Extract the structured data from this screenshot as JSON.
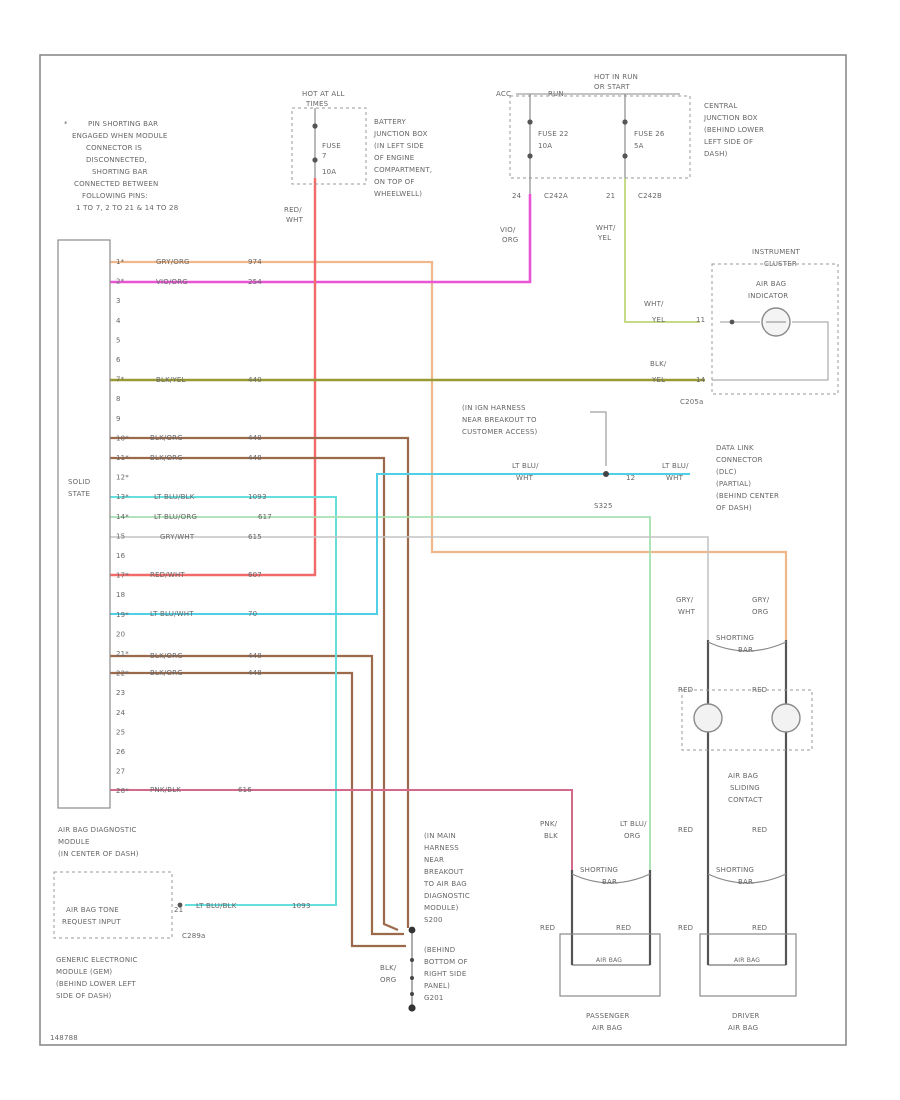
{
  "module": {
    "label_lines": [
      "SOLID",
      "STATE"
    ],
    "caption_lines": [
      "AIR BAG DIAGNOSTIC",
      "MODULE",
      "(IN CENTER OF DASH)"
    ],
    "pin_labels": [
      "1*",
      "2*",
      "3",
      "4",
      "5",
      "6",
      "7*",
      "8",
      "9",
      "10*",
      "11*",
      "12*",
      "13*",
      "14*",
      "15",
      "16",
      "17*",
      "18",
      "19*",
      "20",
      "21*",
      "22*",
      "23",
      "24",
      "25",
      "26",
      "27",
      "28*"
    ]
  },
  "note": {
    "marker": "*",
    "lines": [
      "PIN SHORTING BAR",
      "ENGAGED WHEN MODULE",
      "CONNECTOR IS",
      "DISCONNECTED,",
      "SHORTING BAR",
      "CONNECTED BETWEEN",
      "FOLLOWING PINS:",
      "1 TO 7, 2 TO 21 & 14 TO 28"
    ]
  },
  "top": {
    "hot_at_all_times": [
      "HOT AT ALL",
      "TIMES"
    ],
    "hot_run_breaker": [
      "HOT IN RUN",
      "OR START"
    ],
    "acc_run_label": "ACC",
    "run_label": "RUN",
    "fuse_a": [
      "FUSE",
      "7",
      "10A"
    ],
    "fuse_22": [
      "FUSE 22",
      "10A"
    ],
    "fuse_26": [
      "FUSE 26",
      "5A"
    ],
    "battery_junction_box": [
      "BATTERY",
      "JUNCTION BOX",
      "(IN LEFT SIDE",
      "OF ENGINE",
      "COMPARTMENT,",
      "ON TOP OF",
      "WHEELWELL)"
    ],
    "central_junction_box": [
      "CENTRAL",
      "JUNCTION BOX",
      "(BEHIND LOWER",
      "LEFT SIDE OF",
      "DASH)"
    ],
    "pin_24": "24",
    "conn_c242a": "C242A",
    "pin_21": "21",
    "conn_c242b": "C242B"
  },
  "wires": {
    "red_wht": [
      "RED/",
      "WHT"
    ],
    "vio_org": [
      "VIO/",
      "ORG"
    ],
    "wht_yel": [
      "WHT/",
      "YEL"
    ],
    "gry_org_1": "GRY/ORG",
    "gry_org_1_num": "974",
    "vio_org_2": "VIO/ORG",
    "vio_org_2_num": "254",
    "blk_yel": "BLK/YEL",
    "blk_yel_num": "440",
    "blk_org_10": "BLK/ORG",
    "blk_org_10_num": "448",
    "blk_org_11": "BLK/ORG",
    "blk_org_11_num": "448",
    "lt_blu_blk": "LT BLU/BLK",
    "lt_blu_blk_num": "1093",
    "lt_blu_org": "LT BLU/ORG",
    "lt_blu_org_num": "617",
    "gry_wht": "GRY/WHT",
    "gry_wht_num": "615",
    "red_wht_17": "RED/WHT",
    "red_wht_17_num": "607",
    "lt_blu_wht": "LT BLU/WHT",
    "lt_blu_wht_num": "70",
    "blk_org_21": "BLK/ORG",
    "blk_org_21_num": "448",
    "blk_org_22": "BLK/ORG",
    "blk_org_22_num": "448",
    "pnk_blk": "PNK/BLK",
    "pnk_blk_num": "616",
    "lt_blu_blk_gem": "LT BLU/BLK",
    "lt_blu_blk_gem_num": "1093"
  },
  "instrument_cluster": {
    "title": [
      "INSTRUMENT",
      "CLUSTER"
    ],
    "indicator": [
      "AIR BAG",
      "INDICATOR"
    ],
    "wht_yel": [
      "WHT/",
      "YEL"
    ],
    "blk_yel": [
      "BLK/",
      "YEL"
    ],
    "pin_11": "11",
    "pin_14": "14",
    "conn": "C205a"
  },
  "dlc": {
    "splice_note": [
      "(IN IGN HARNESS",
      "NEAR BREAKOUT TO",
      "CUSTOMER ACCESS)"
    ],
    "lt_blu_wht_1": [
      "LT BLU/",
      "WHT"
    ],
    "lt_blu_wht_2": [
      "LT BLU/",
      "WHT"
    ],
    "pin": "12",
    "splice": "S325",
    "label": [
      "DATA LINK",
      "CONNECTOR",
      "(DLC)",
      "(PARTIAL)",
      "(BEHIND CENTER",
      "OF DASH)"
    ]
  },
  "driver_side": {
    "gry_wht": [
      "GRY/",
      "WHT"
    ],
    "gry_org": [
      "GRY/",
      "ORG"
    ],
    "shorting_bar_top": [
      "SHORTING",
      "BAR"
    ],
    "red_left": "RED",
    "red_right": "RED",
    "sliding_contact": [
      "AIR BAG",
      "SLIDING",
      "CONTACT"
    ],
    "red_left_2": "RED",
    "red_right_2": "RED",
    "shorting_bar_bottom": [
      "SHORTING",
      "BAR"
    ],
    "red_left_3": "RED",
    "red_right_3": "RED",
    "airbag_text": "AIR BAG",
    "caption": [
      "DRIVER",
      "AIR BAG"
    ]
  },
  "passenger_side": {
    "pnk_blk": [
      "PNK/",
      "BLK"
    ],
    "lt_blu_org": [
      "LT BLU/",
      "ORG"
    ],
    "shorting_bar": [
      "SHORTING",
      "BAR"
    ],
    "red_left": "RED",
    "red_right": "RED",
    "airbag_text": "AIR BAG",
    "caption": [
      "PASSENGER",
      "AIR BAG"
    ]
  },
  "gem": {
    "box": [
      "AIR BAG TONE",
      "REQUEST INPUT"
    ],
    "pin": "21",
    "conn": "C289a",
    "caption": [
      "GENERIC ELECTRONIC",
      "MODULE (GEM)",
      "(BEHIND LOWER LEFT",
      "SIDE OF DASH)"
    ]
  },
  "ground": {
    "harness": [
      "(IN MAIN",
      "HARNESS",
      "NEAR",
      "BREAKOUT",
      "TO AIR BAG",
      "DIAGNOSTIC",
      "MODULE)",
      "S200"
    ],
    "blk_org": [
      "BLK/",
      "ORG"
    ],
    "location": [
      "(BEHIND",
      "BOTTOM OF",
      "RIGHT SIDE",
      "PANEL)",
      "G201"
    ]
  },
  "footer_code": "148788",
  "colors": {
    "gry_org": "#f0b88a",
    "vio_org": "#e855d4",
    "red_wht": "#f26a6a",
    "wht_yel": "#c6db8a",
    "blk_yel": "#9a9a34",
    "blk_org": "#9c6a4a",
    "lt_blu": "#66dede",
    "lt_blu_org": "#a6e0b0",
    "gry_wht": "#c4c4c4",
    "pnk_blk": "#d46a8a",
    "lt_blu_wht": "#4fd0e6"
  }
}
